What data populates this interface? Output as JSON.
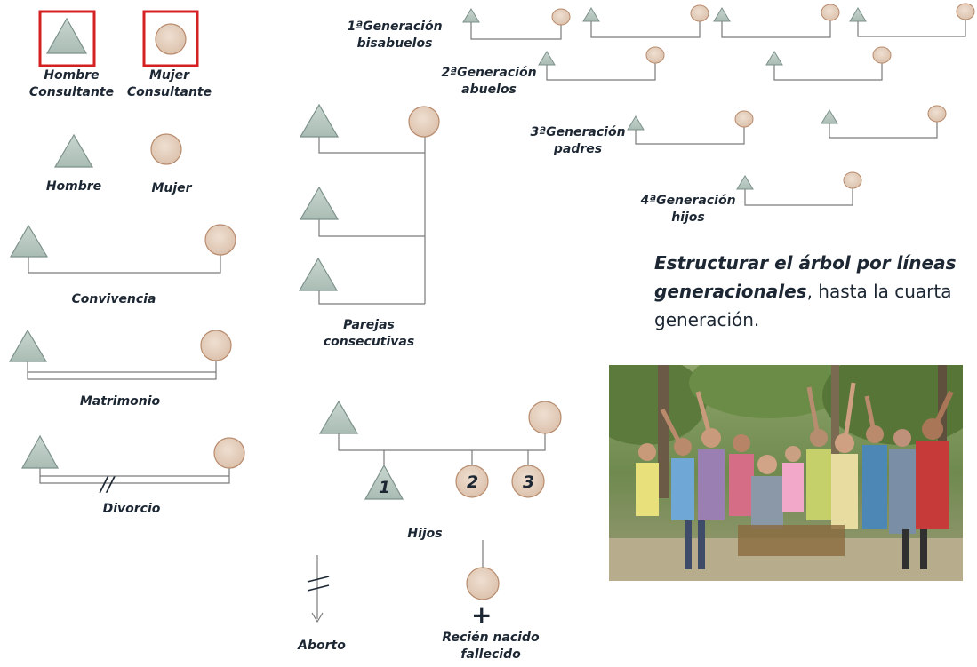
{
  "legend": {
    "hombre_consultante": "Hombre\nConsultante",
    "mujer_consultante": "Mujer\nConsultante",
    "hombre": "Hombre",
    "mujer": "Mujer",
    "convivencia": "Convivencia",
    "matrimonio": "Matrimonio",
    "divorcio": "Divorcio",
    "divorce_mark": "//"
  },
  "center": {
    "parejas": "Parejas\nconsecutivas",
    "hijos": "Hijos",
    "child_numbers": [
      "1",
      "2",
      "3"
    ],
    "aborto": "Aborto",
    "aborto_mark": "//",
    "recien": "Recién nacido\nfallecido",
    "recien_mark": "+"
  },
  "generations": [
    {
      "label": "1ªGeneración\nbisabuelos"
    },
    {
      "label": "2ªGeneración\nabuelos"
    },
    {
      "label": "3ªGeneración\npadres"
    },
    {
      "label": "4ªGeneración\nhijos"
    }
  ],
  "headline": {
    "emphasis": "Estructurar el árbol por líneas generacionales",
    "rest": ", hasta la cuarta generación."
  },
  "colors": {
    "triangle_fill": "#b8c8c0",
    "triangle_stroke": "#7c918a",
    "circle_fill": "#e6d1c0",
    "circle_stroke": "#b88b6d",
    "line": "#7a7a7a",
    "highlight_box": "#d42020"
  },
  "photo": {
    "description": "group-family-photo"
  }
}
